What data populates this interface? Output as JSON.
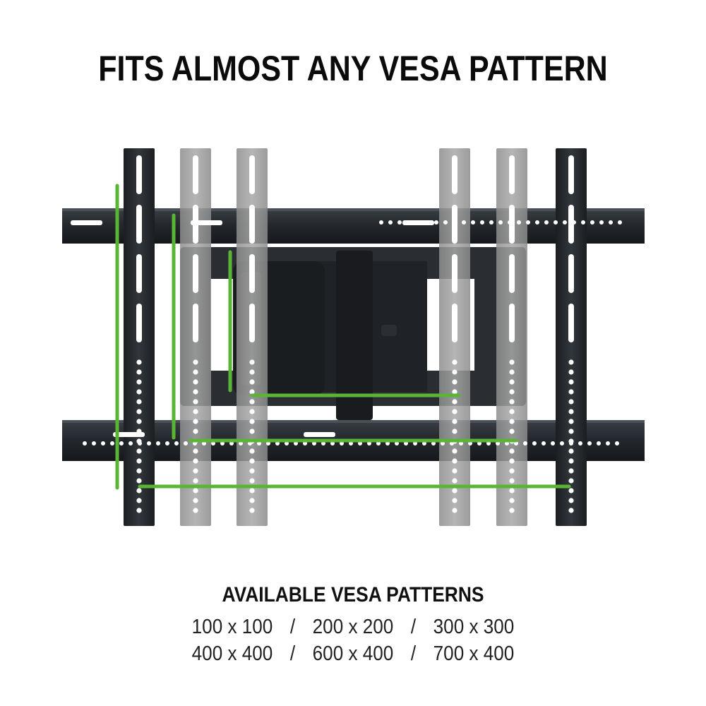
{
  "headline": "FITS ALMOST ANY VESA PATTERN",
  "patterns_section": {
    "title": "AVAILABLE VESA PATTERNS",
    "separator": "/",
    "rows": [
      [
        "100 x 100",
        "200 x 200",
        "300 x 300"
      ],
      [
        "400 x 400",
        "600 x 400",
        "700 x 400"
      ]
    ]
  },
  "colors": {
    "accent_green": "#5ab535",
    "bracket_black": "#22262b",
    "arm_gray": "#9a9a9a",
    "text": "#111111"
  }
}
